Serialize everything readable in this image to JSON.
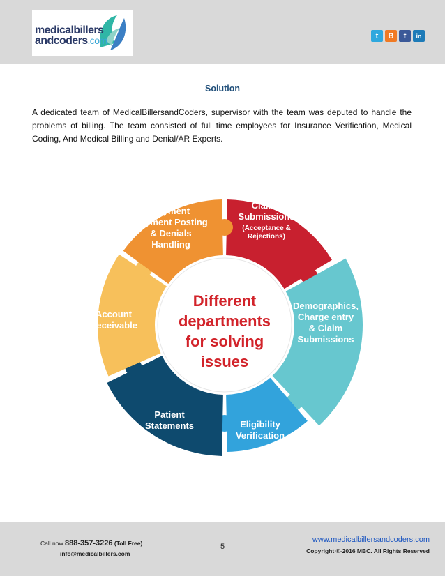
{
  "header": {
    "logo_line1": "medicalbillers",
    "logo_line2": "andcoders",
    "logo_suffix": ".com",
    "social": [
      {
        "name": "twitter-icon",
        "glyph": "t"
      },
      {
        "name": "blogger-icon",
        "glyph": "B"
      },
      {
        "name": "facebook-icon",
        "glyph": "f"
      },
      {
        "name": "linkedin-icon",
        "glyph": "in"
      }
    ]
  },
  "content": {
    "title": "Solution",
    "paragraph": "A dedicated team of MedicalBillersandCoders, supervisor with the team was deputed to handle the problems of billing. The team consisted of full time employees for Insurance Verification, Medical Coding, And Medical Billing and Denial/AR Experts."
  },
  "diagram": {
    "center_lines": [
      "Different",
      "departments",
      "for solving",
      "issues"
    ],
    "segments": [
      {
        "key": "claims",
        "lines": [
          "Claims",
          "Submissions"
        ],
        "sublines": [
          "(Acceptance &",
          "Rejections)"
        ],
        "color": "#c8202f"
      },
      {
        "key": "demographics",
        "lines": [
          "Demographics,",
          "Charge entry",
          "& Claim",
          "Submissions"
        ],
        "sublines": [],
        "color": "#67c7cf"
      },
      {
        "key": "eligibility",
        "lines": [
          "Eligibility",
          "Verification"
        ],
        "sublines": [],
        "color": "#32a3dc"
      },
      {
        "key": "patient",
        "lines": [
          "Patient",
          "Statements"
        ],
        "sublines": [],
        "color": "#0e4a6e"
      },
      {
        "key": "account",
        "lines": [
          "Account",
          "Receivable"
        ],
        "sublines": [],
        "color": "#f7c05b"
      },
      {
        "key": "payment",
        "lines": [
          "Payment",
          "Payment Posting",
          "& Denials",
          "Handling"
        ],
        "sublines": [],
        "color": "#ef9232"
      }
    ],
    "center_text_color": "#d2232a"
  },
  "footer": {
    "call_label": "Call now",
    "phone": "888-357-3226",
    "toll_free": "(Toll Free)",
    "email": "info@medicalbillers.com",
    "page_number": "5",
    "website": "www.medicalbillersandcoders.com",
    "copyright": "Copyright ©-2016 MBC. All Rights Reserved"
  }
}
